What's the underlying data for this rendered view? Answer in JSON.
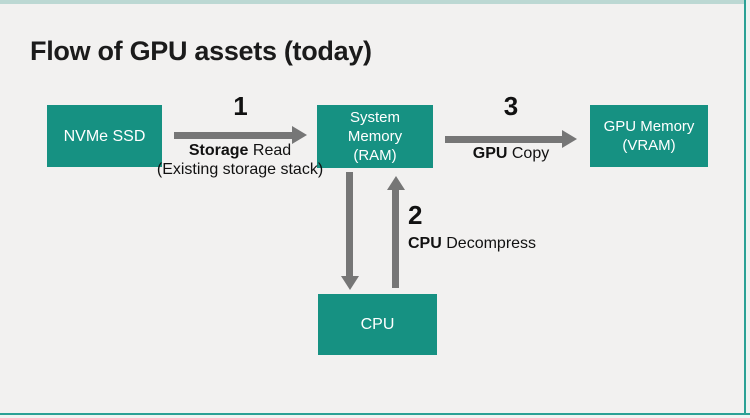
{
  "title": "Flow of GPU assets (today)",
  "colors": {
    "background": "#f2f1f0",
    "node_fill": "#169182",
    "node_text": "#ffffff",
    "arrow": "#767676",
    "text": "#111111",
    "frame_accent": "#2ba195",
    "top_strip": "#bcd8d3"
  },
  "nodes": {
    "nvme": {
      "label": "NVMe SSD"
    },
    "ram": {
      "lines": [
        "System",
        "Memory",
        "(RAM)"
      ]
    },
    "vram": {
      "lines": [
        "GPU Memory",
        "(VRAM)"
      ]
    },
    "cpu": {
      "label": "CPU"
    }
  },
  "steps": {
    "storage_read": {
      "number": "1",
      "verb": "Storage",
      "rest": "Read",
      "note": "(Existing storage stack)"
    },
    "cpu_decompress": {
      "number": "2",
      "verb": "CPU",
      "rest": "Decompress"
    },
    "gpu_copy": {
      "number": "3",
      "verb": "GPU",
      "rest": "Copy"
    }
  }
}
